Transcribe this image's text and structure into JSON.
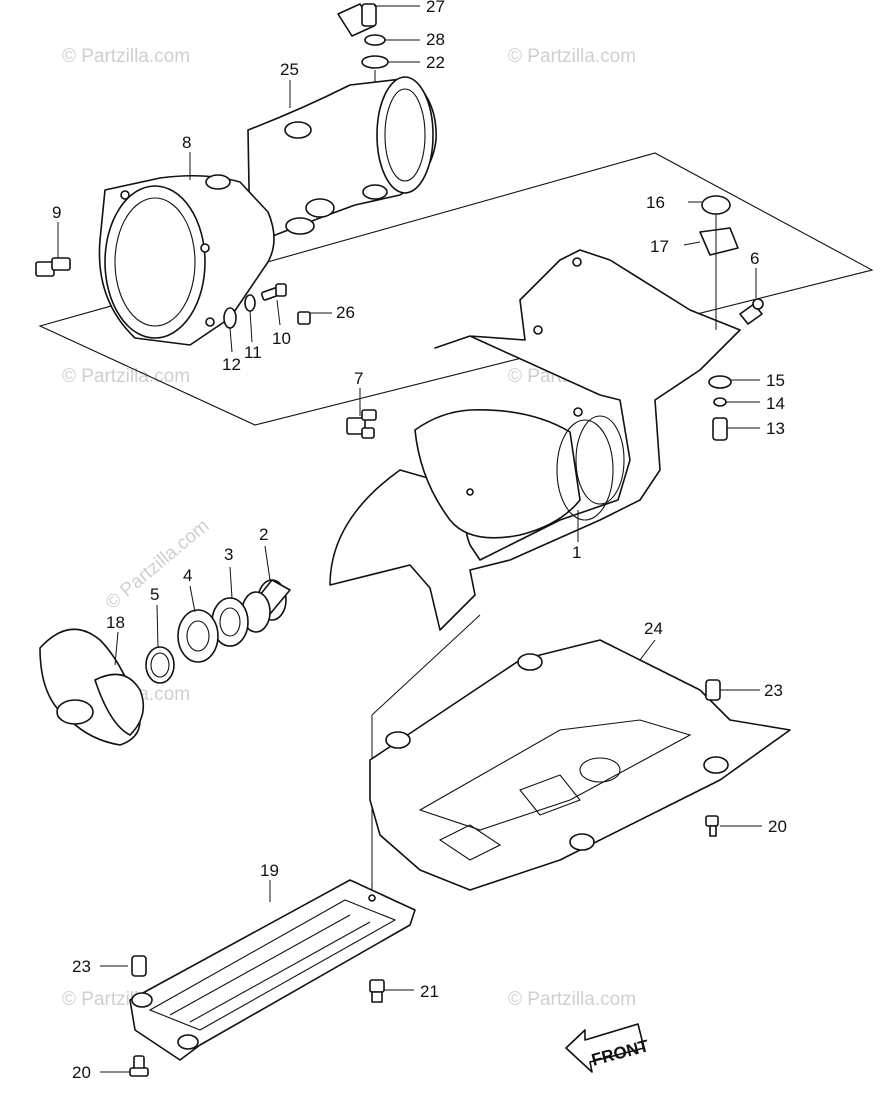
{
  "diagram": {
    "watermark": "© Partzilla.com",
    "front_label": "FRONT",
    "callouts": {
      "c1": "1",
      "c2": "2",
      "c3": "3",
      "c4": "4",
      "c5": "5",
      "c6": "6",
      "c7": "7",
      "c8": "8",
      "c9": "9",
      "c10": "10",
      "c11": "11",
      "c12": "12",
      "c13": "13",
      "c14": "14",
      "c15": "15",
      "c16": "16",
      "c17": "17",
      "c18": "18",
      "c19": "19",
      "c20a": "20",
      "c20b": "20",
      "c21": "21",
      "c22": "22",
      "c23a": "23",
      "c23b": "23",
      "c24": "24",
      "c25": "25",
      "c26": "26",
      "c27": "27",
      "c28": "28"
    }
  }
}
